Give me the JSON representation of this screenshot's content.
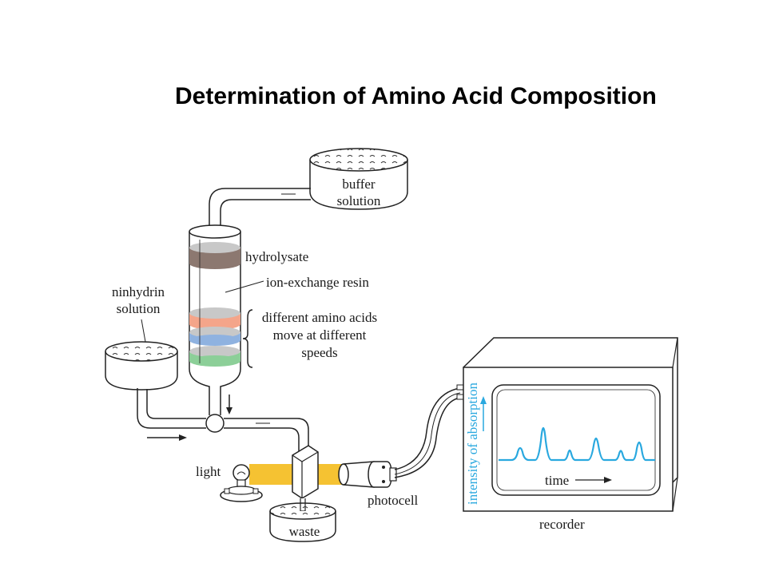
{
  "title": "Determination of Amino Acid Composition",
  "labels": {
    "buffer_line1": "buffer",
    "buffer_line2": "solution",
    "hydrolysate": "hydrolysate",
    "resin": "ion-exchange resin",
    "ninhydrin_line1": "ninhydrin",
    "ninhydrin_line2": "solution",
    "amino_line1": "different amino acids",
    "amino_line2": "move at different",
    "amino_line3": "speeds",
    "light": "light",
    "photocell": "photocell",
    "waste": "waste",
    "recorder": "recorder",
    "time": "time",
    "intensity": "intensity of absorption"
  },
  "colors": {
    "hydrolysate_band": "#8c7870",
    "orange_band": "#f4a58a",
    "blue_band": "#8fb2e0",
    "green_band": "#8ccf98",
    "light_beam": "#f5c232",
    "trace": "#29a8df"
  }
}
